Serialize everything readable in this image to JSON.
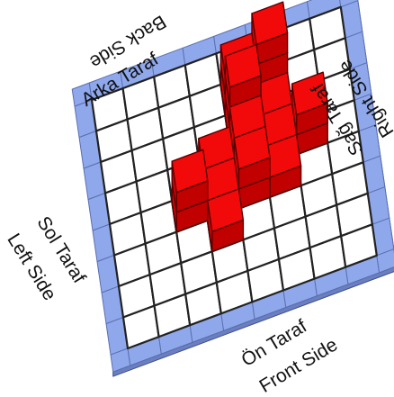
{
  "grid": {
    "size": 8
  },
  "colors": {
    "border": "#8fa8ec",
    "border_stroke": "#5b6fb0",
    "cell": "#ffffff",
    "cell_line": "#222222",
    "cube_top": "#f20a0a",
    "cube_left": "#c10000",
    "cube_right": "#d80606",
    "cube_edge": "#5a0000"
  },
  "labels": {
    "back_tr": "Arka Taraf",
    "back_en": "Back Side",
    "right_tr": "Sağ Taraf",
    "right_en": "Right Side",
    "left_tr": "Sol Taraf",
    "left_en": "Left Side",
    "front_tr": "Ön Taraf",
    "front_en": "Front Side"
  },
  "heights": [
    {
      "col": 4,
      "row": 1,
      "height": 2
    },
    {
      "col": 5,
      "row": 1,
      "height": 3
    },
    {
      "col": 4,
      "row": 2,
      "height": 3
    },
    {
      "col": 5,
      "row": 2,
      "height": 1
    },
    {
      "col": 3,
      "row": 3,
      "height": 1
    },
    {
      "col": 4,
      "row": 3,
      "height": 2
    },
    {
      "col": 5,
      "row": 3,
      "height": 1
    },
    {
      "col": 6,
      "row": 3,
      "height": 2
    },
    {
      "col": 2,
      "row": 4,
      "height": 2
    },
    {
      "col": 3,
      "row": 4,
      "height": 1
    },
    {
      "col": 4,
      "row": 4,
      "height": 2
    },
    {
      "col": 5,
      "row": 4,
      "height": 1
    },
    {
      "col": 3,
      "row": 5,
      "height": 1
    }
  ]
}
